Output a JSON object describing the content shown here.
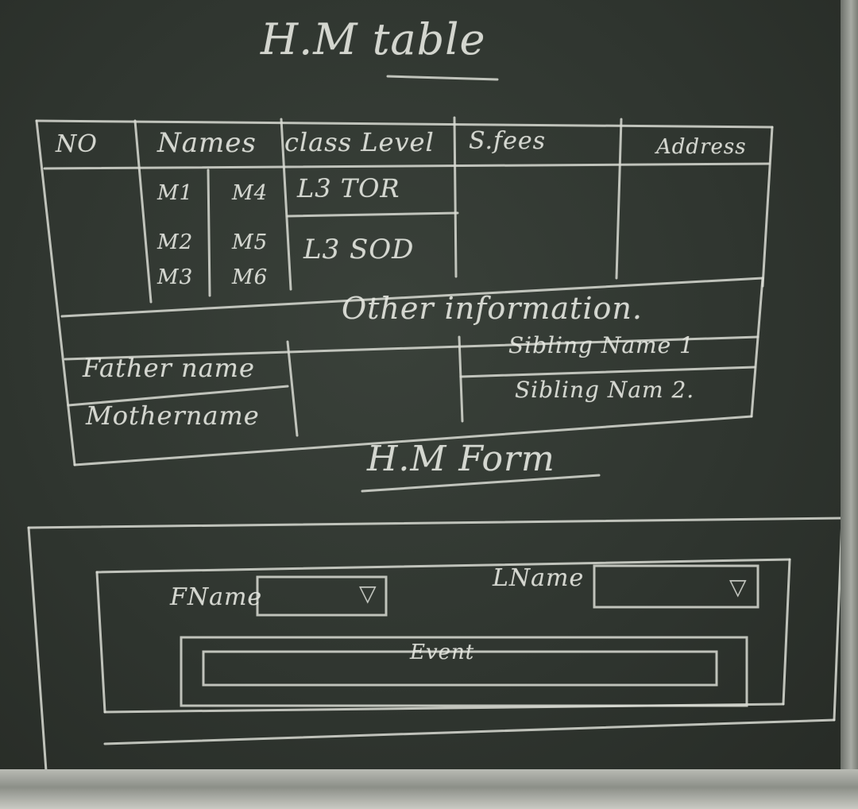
{
  "table_title": "H.M table",
  "table": {
    "headers": {
      "no": "NO",
      "names": "Names",
      "class_level": "class Level",
      "s_fees": "S.fees",
      "address": "Address"
    },
    "names_col1": [
      "M1",
      "M2",
      "M3"
    ],
    "names_col2": [
      "M4",
      "M5",
      "M6"
    ],
    "class_levels": [
      "L3 TOR",
      "L3 SOD"
    ],
    "other_information": "Other information.",
    "father_name": "Father name",
    "mother_name": "Mothername",
    "sibling_1": "Sibling Name 1",
    "sibling_2": "Sibling Nam 2."
  },
  "form_title": "H.M Form",
  "form": {
    "fname_label": "FName",
    "lname_label": "LName",
    "event_label": "Event",
    "dropdown_glyph": "▽"
  },
  "colors": {
    "board": "#2f352f",
    "chalk": "#e6e8e1"
  }
}
